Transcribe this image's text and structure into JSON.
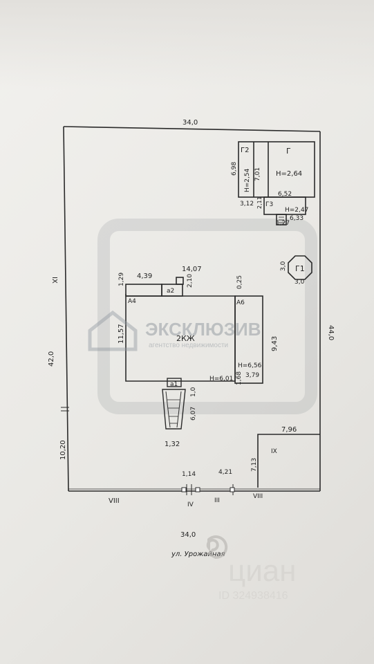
{
  "plan": {
    "dims": {
      "top_width": "34,0",
      "bottom_width": "34,0",
      "right_side": "44,0",
      "left_upper": "42,0",
      "left_lower": "10,20",
      "house_top": "14,07",
      "house_left_top": "4,39",
      "house_left_height": "11,57",
      "house_right_height": "9,43",
      "dim_129": "1,29",
      "dim_210": "2,10",
      "dim_025": "0,25",
      "dim_379": "3,79",
      "dim_168": "1,68",
      "dim_10": "1,0",
      "dim_607": "6,07",
      "dim_132": "1,32",
      "dim_114": "1,14",
      "dim_421": "4,21",
      "dim_796": "7,96",
      "dim_713": "7,13",
      "g_left": "6,98",
      "g2_height": "7,01",
      "g_bottom": "6,52",
      "g3_left": "3,12",
      "g3_w": "2,11",
      "dim_127": "1,27",
      "dim_633": "6,33",
      "g1_left": "3,0",
      "g1_bottom": "3,0"
    },
    "labels": {
      "g": "Г",
      "g2": "Г2",
      "g3": "Г3",
      "g1": "Г1",
      "g_h": "H=2,64",
      "g2_h": "H=2,54",
      "g3_h": "H=2,47",
      "house": "2КЖ",
      "house_h1": "H=6,56",
      "house_h2": "H=6,01",
      "a1": "а1",
      "a2": "а2",
      "a4": "А4",
      "a6": "А6",
      "fence_ix_left": "IX",
      "fence_ix_right": "IX",
      "fence_viii_left": "VIII",
      "fence_viii_right": "VIII",
      "fence_iv": "IV",
      "fence_iii": "III",
      "street": "ул. Урожайная"
    }
  },
  "watermarks": {
    "brand": "ЭКСКЛЮЗИВ",
    "brand_sub": "агентство недвижимости",
    "cian": "циан",
    "cian_id": "ID 324938416"
  }
}
